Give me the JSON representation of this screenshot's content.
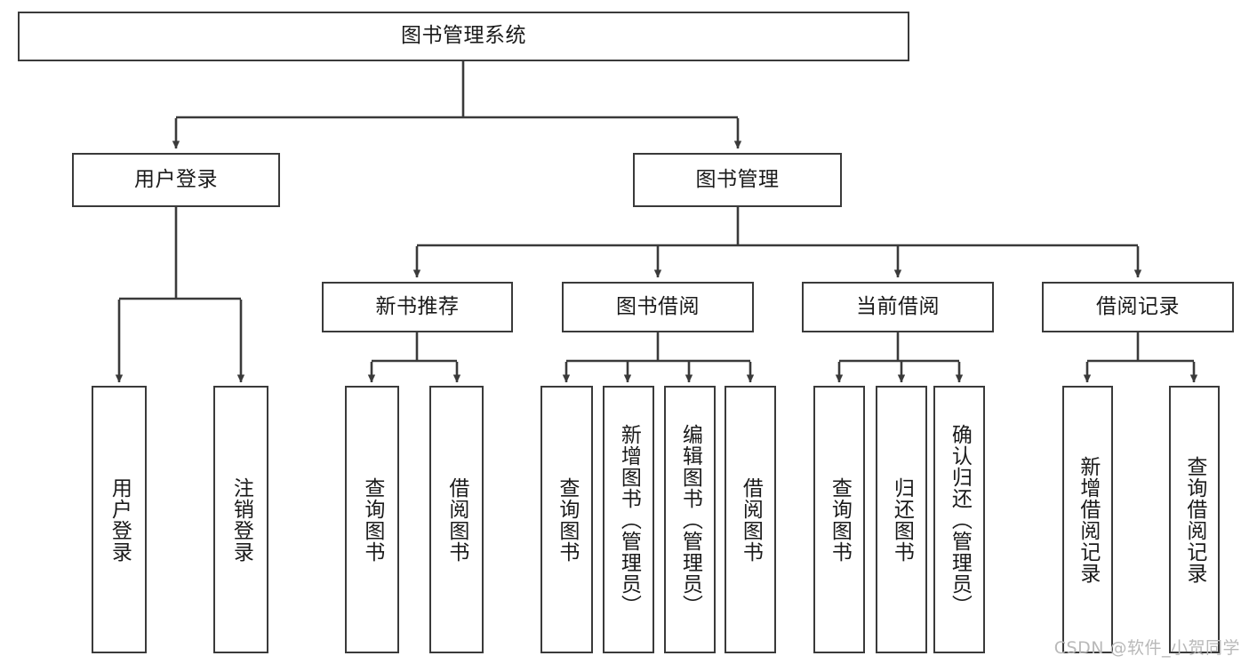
{
  "diagram": {
    "title": "图书管理系统",
    "type": "tree",
    "watermark": "CSDN @软件_小贺同学",
    "colors": {
      "box_border": "#3a3a3a",
      "box_fill": "#ffffff",
      "edge": "#3a3a3a",
      "text": "#1a1a1a",
      "watermark": "#b9b9b9",
      "background": "#ffffff"
    },
    "nodes": {
      "root": {
        "label": "图书管理系统",
        "orientation": "horizontal"
      },
      "level2": [
        {
          "label": "用户登录",
          "orientation": "horizontal"
        },
        {
          "label": "图书管理",
          "orientation": "horizontal"
        }
      ],
      "level3": [
        {
          "label": "新书推荐",
          "orientation": "horizontal"
        },
        {
          "label": "图书借阅",
          "orientation": "horizontal"
        },
        {
          "label": "当前借阅",
          "orientation": "horizontal"
        },
        {
          "label": "借阅记录",
          "orientation": "horizontal"
        }
      ],
      "leaves": {
        "user_login": [
          {
            "label": "用户登录",
            "orientation": "vertical"
          },
          {
            "label": "注销登录",
            "orientation": "vertical"
          }
        ],
        "new_book_recommend": [
          {
            "label": "查询图书",
            "orientation": "vertical"
          },
          {
            "label": "借阅图书",
            "orientation": "vertical"
          }
        ],
        "book_borrow": [
          {
            "label": "查询图书",
            "orientation": "vertical"
          },
          {
            "label": "新增图书（管理员）",
            "orientation": "vertical"
          },
          {
            "label": "编辑图书（管理员）",
            "orientation": "vertical"
          },
          {
            "label": "借阅图书",
            "orientation": "vertical"
          }
        ],
        "current_borrow": [
          {
            "label": "查询图书",
            "orientation": "vertical"
          },
          {
            "label": "归还图书",
            "orientation": "vertical"
          },
          {
            "label": "确认归还（管理员）",
            "orientation": "vertical"
          }
        ],
        "borrow_record": [
          {
            "label": "新增借阅记录",
            "orientation": "vertical"
          },
          {
            "label": "查询借阅记录",
            "orientation": "vertical"
          }
        ]
      }
    }
  }
}
